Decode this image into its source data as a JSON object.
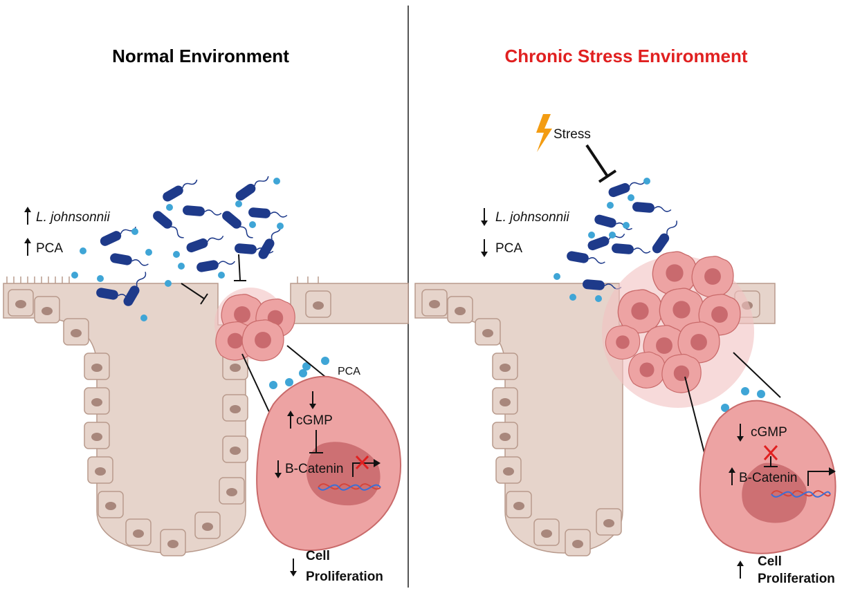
{
  "panels": {
    "normal": {
      "title": "Normal Environment",
      "title_color": "#000000",
      "bacteria_label": "L. johnsonnii",
      "metabolite_label": "PCA",
      "pca_label": "PCA",
      "cgmp_label": "cGMP",
      "catenin_label": "B-Catenin",
      "outcome_line1": "Cell",
      "outcome_line2": "Proliferation"
    },
    "stress": {
      "title": "Chronic Stress Environment",
      "title_color": "#e02020",
      "stress_label": "Stress",
      "bacteria_label": "L. johnsonnii",
      "metabolite_label": "PCA",
      "cgmp_label": "cGMP",
      "catenin_label": "B-Catenin",
      "outcome_line1": "Cell",
      "outcome_line2": "Proliferation"
    }
  },
  "colors": {
    "tissue": "#e6d4cb",
    "tissue_stroke": "#b89a8c",
    "nucleus_small": "#a8877c",
    "bacteria": "#1e3a8a",
    "pca_dot": "#3fa5d6",
    "tumor": "#eda3a3",
    "tumor_stroke": "#c96a6a",
    "cell_nucleus": "#c96a6e",
    "inhibit_x": "#e02020",
    "bolt": "#f39c12"
  },
  "icons": [
    "lightning-bolt-icon",
    "dna-icon",
    "inhibition-cross-icon",
    "transcription-arrow-icon",
    "up-arrow-icon",
    "down-arrow-icon"
  ]
}
